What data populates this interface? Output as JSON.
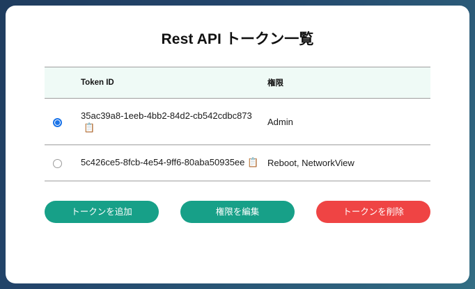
{
  "page": {
    "title": "Rest API トークン一覧"
  },
  "theme": {
    "background_gradient_from": "#1f3c5e",
    "background_gradient_to": "#336e84",
    "card_background": "#ffffff",
    "table_header_background": "#effaf6",
    "radio_selected_color": "#1a73e8",
    "button_teal": "#17a088",
    "button_red": "#ef4444"
  },
  "table": {
    "columns": [
      {
        "key": "select",
        "label": ""
      },
      {
        "key": "token_id",
        "label": "Token ID"
      },
      {
        "key": "permission",
        "label": "権限"
      }
    ],
    "rows": [
      {
        "selected": true,
        "radio_state": "selected",
        "token_id": "35ac39a8-1eeb-4bb2-84d2-cb542cdbc873",
        "copy_icon": "clipboard-icon",
        "copy_glyph": "📋",
        "permission": "Admin"
      },
      {
        "selected": false,
        "radio_state": "unselected",
        "token_id": "5c426ce5-8fcb-4e54-9ff6-80aba50935ee",
        "copy_icon": "clipboard-icon",
        "copy_glyph": "📋",
        "permission": "Reboot, NetworkView"
      }
    ]
  },
  "actions": {
    "add_token": "トークンを追加",
    "edit_permission": "権限を編集",
    "delete_token": "トークンを削除"
  }
}
